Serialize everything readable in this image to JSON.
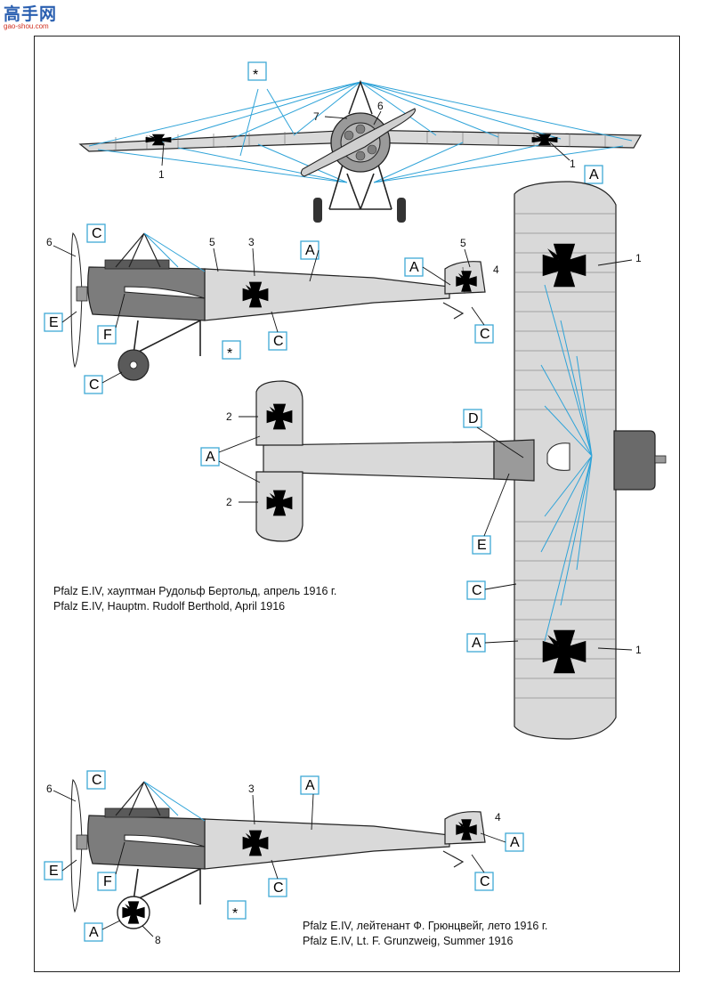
{
  "watermark": {
    "cn": "高手网",
    "url": "gao-shou.com"
  },
  "captions": [
    {
      "ru": "Pfalz  E.IV, хауптман Рудольф Бертольд, апрель 1916 г.",
      "en": "Pfalz  E.IV, Hauptm. Rudolf Berthold, April 1916"
    },
    {
      "ru": "Pfalz  E.IV, лейтенант Ф. Грюнцвейг, лето 1916 г.",
      "en": "Pfalz  E.IV, Lt. F. Grunzweig, Summer 1916"
    }
  ],
  "labels": {
    "A": "A",
    "C": "C",
    "D": "D",
    "E": "E",
    "F": "F",
    "star": "*",
    "n1": "1",
    "n2": "2",
    "n3": "3",
    "n4": "4",
    "n5": "5",
    "n6": "6",
    "n7": "7",
    "n8": "8"
  },
  "colors": {
    "accent": "#3fa9d6",
    "rigging": "#2fa3d8",
    "fuselage": "#d9d9d9",
    "cowling": "#7c7c7c",
    "cross": "#000000"
  }
}
